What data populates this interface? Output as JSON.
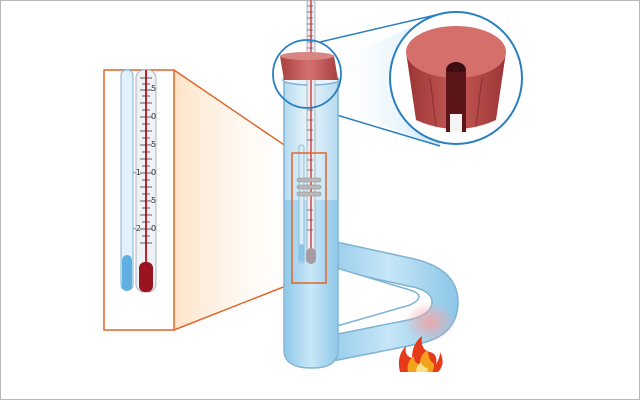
{
  "figure": {
    "subject": "Thiele tube melting point apparatus",
    "elements": [
      "thiele-tube",
      "cork-stopper",
      "thermometer",
      "capillary-tube",
      "rubber-bands",
      "heat-oil",
      "flame"
    ],
    "colors": {
      "border": "#b8b8b8",
      "tube_glass": "#cfe7f5",
      "tube_outline": "#7fb3d3",
      "oil": "#a9d6f0",
      "cork": "#b5504f",
      "cork_dark": "#7a2426",
      "callout_orange": "#e0662a",
      "callout_blue": "#2a7fc0",
      "thermometer_red": "#c81e2a",
      "flame_orange": "#f5a21b",
      "flame_red": "#e63a1a"
    },
    "scale_labels": [
      "5",
      "0",
      "5",
      "-1",
      "0",
      "5",
      "-2",
      "0"
    ]
  }
}
